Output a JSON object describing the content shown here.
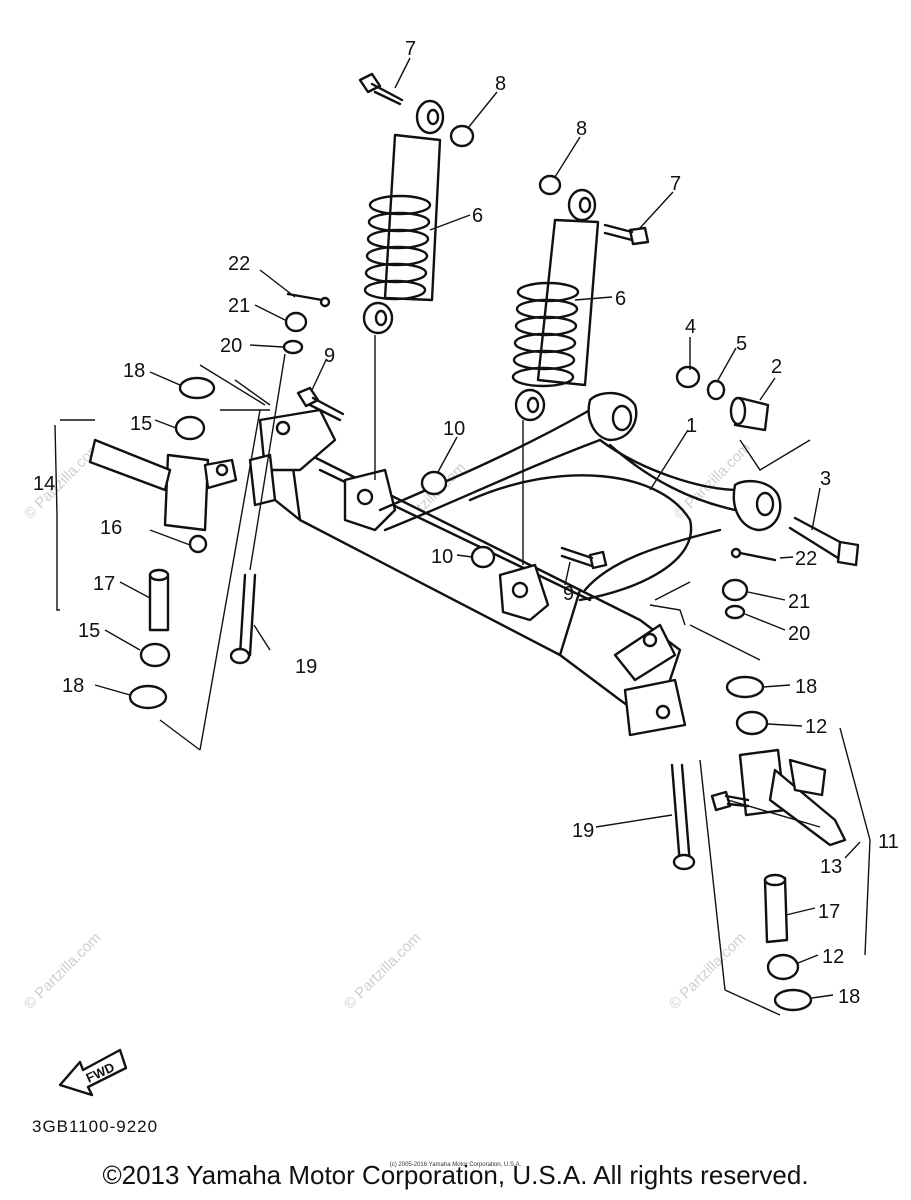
{
  "diagram": {
    "callouts": [
      "7",
      "8",
      "8",
      "7",
      "6",
      "6",
      "22",
      "21",
      "20",
      "9",
      "18",
      "15",
      "14",
      "16",
      "4",
      "5",
      "2",
      "1",
      "3",
      "10",
      "10",
      "9",
      "22",
      "21",
      "20",
      "17",
      "15",
      "18",
      "19",
      "18",
      "12",
      "11",
      "13",
      "19",
      "17",
      "12",
      "18"
    ],
    "fwd_label": "FWD",
    "part_code": "3GB1100-9220",
    "watermark": "© Partzilla.com",
    "watermark_small": "(c) 2005-2016 Yamaha Motor Corporation, U.S.A.",
    "copyright": "©2013 Yamaha Motor Corporation, U.S.A. All rights reserved."
  }
}
